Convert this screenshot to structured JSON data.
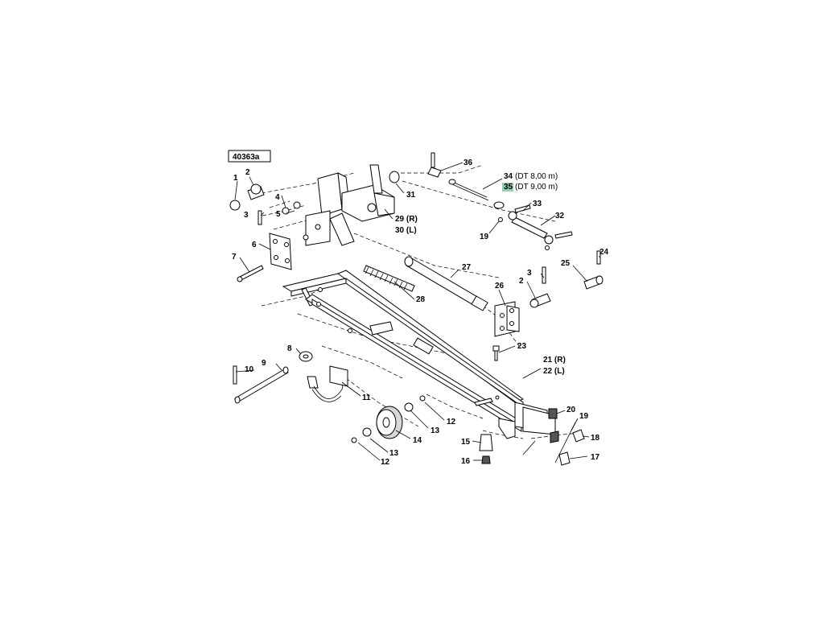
{
  "drawing": {
    "id": "40363a",
    "highlight_color": "#8fd1b0"
  },
  "callouts": [
    {
      "key": "c1",
      "text": "1"
    },
    {
      "key": "c2",
      "text": "2"
    },
    {
      "key": "c3",
      "text": "3"
    },
    {
      "key": "c4",
      "text": "4"
    },
    {
      "key": "c5",
      "text": "5"
    },
    {
      "key": "c6",
      "text": "6"
    },
    {
      "key": "c7",
      "text": "7"
    },
    {
      "key": "c8",
      "text": "8"
    },
    {
      "key": "c9",
      "text": "9"
    },
    {
      "key": "c10",
      "text": "10"
    },
    {
      "key": "c11",
      "text": "11"
    },
    {
      "key": "c12a",
      "text": "12"
    },
    {
      "key": "c12b",
      "text": "12"
    },
    {
      "key": "c13a",
      "text": "13"
    },
    {
      "key": "c13b",
      "text": "13"
    },
    {
      "key": "c14",
      "text": "14"
    },
    {
      "key": "c15",
      "text": "15"
    },
    {
      "key": "c16",
      "text": "16"
    },
    {
      "key": "c17",
      "text": "17"
    },
    {
      "key": "c18",
      "text": "18"
    },
    {
      "key": "c19a",
      "text": "19"
    },
    {
      "key": "c19b",
      "text": "19"
    },
    {
      "key": "c20",
      "text": "20"
    },
    {
      "key": "c21",
      "text": "21 (R)"
    },
    {
      "key": "c22",
      "text": "22 (L)"
    },
    {
      "key": "c23",
      "text": "23"
    },
    {
      "key": "c24",
      "text": "24"
    },
    {
      "key": "c25",
      "text": "25"
    },
    {
      "key": "c26",
      "text": "26"
    },
    {
      "key": "c27",
      "text": "27"
    },
    {
      "key": "c28",
      "text": "28"
    },
    {
      "key": "c29",
      "text": "29 (R)"
    },
    {
      "key": "c30",
      "text": "30  (L)"
    },
    {
      "key": "c31",
      "text": "31"
    },
    {
      "key": "c32",
      "text": "32"
    },
    {
      "key": "c33",
      "text": "33"
    },
    {
      "key": "c34",
      "text": "34"
    },
    {
      "key": "c35",
      "text": "35"
    },
    {
      "key": "c36",
      "text": "36"
    },
    {
      "key": "c2b",
      "text": "2"
    },
    {
      "key": "c3b",
      "text": "3"
    }
  ],
  "notes": {
    "n34": "(DT 8,00 m)",
    "n35": "(DT 9,00 m)"
  }
}
